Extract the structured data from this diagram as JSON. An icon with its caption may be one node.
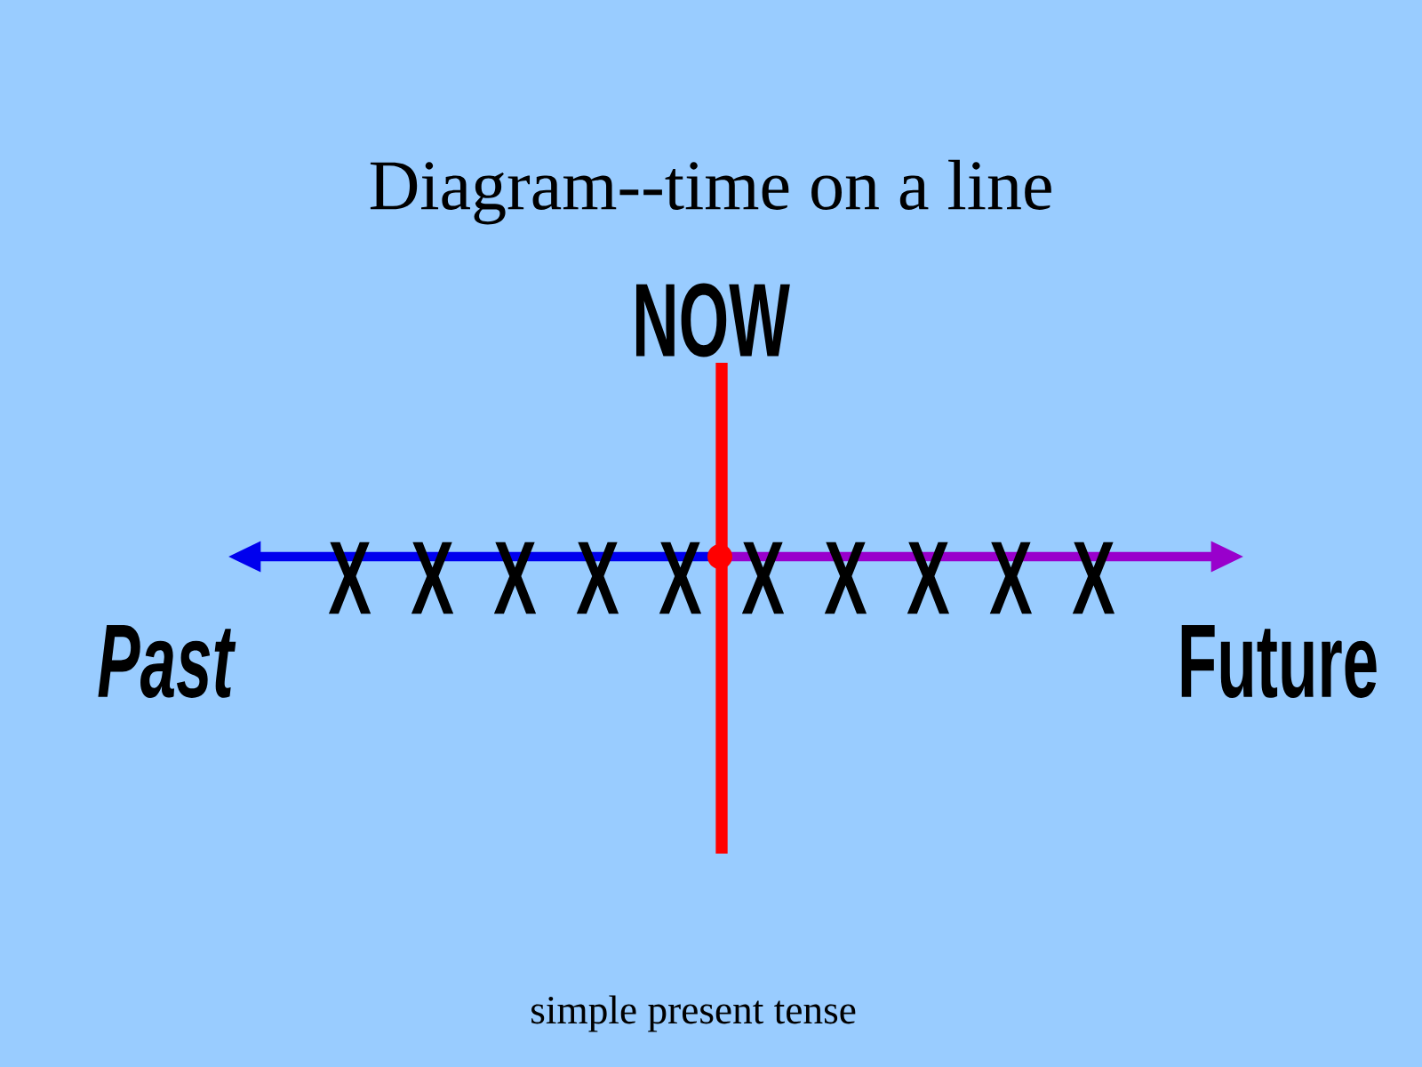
{
  "diagram": {
    "title": "Diagram--time on a line",
    "caption": "simple present tense",
    "labels": [
      "NOW",
      "X X X X X X X X X X",
      "Past",
      "Future"
    ]
  }
}
